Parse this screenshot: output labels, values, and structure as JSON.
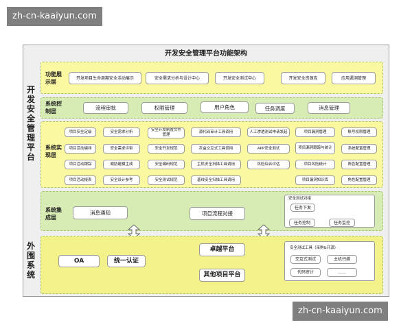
{
  "watermark_top": "zh-cn-kaaiyun.com",
  "watermark_bottom": "zh-cn-kaaiyun.com",
  "diagram_title": "开发安全管理平台功能架构",
  "left_platform_label": "开发安全管理平台",
  "left_external_label": "外围系统",
  "colors": {
    "band_yellow": "#fbf8a2",
    "band_green": "#d6ecb4",
    "band_border": "#a8c26a",
    "outer_bg": "#efefef"
  },
  "layers": {
    "display": {
      "label": "功能展示层",
      "items": [
        "开发项目生命周期安全活动展示",
        "安全需求分析与设计中心",
        "开发安全测试中心",
        "开发安全资源库",
        "应用漏洞管理"
      ]
    },
    "control": {
      "label": "系统控制层",
      "items": [
        "流程审批",
        "权限管理",
        "用户角色",
        "任务调度",
        "消息管理"
      ]
    },
    "implementation": {
      "label": "系统实现层",
      "columns": [
        [
          "项目安全定级",
          "项目活动编排",
          "项目活动跟踪",
          "项目活动报表"
        ],
        [
          "安全需求分析",
          "安全需求评审",
          "威胁建模生成",
          "安全设计参考"
        ],
        [
          "安全开发制度文件管理",
          "安全开发规范",
          "安全编码规范",
          "安全测试规范"
        ],
        [
          "源代码审计工具调用",
          "灰盒交互式工具调用",
          "主机安全扫描工具调用",
          "基线安全扫描工具调用"
        ],
        [
          "人工渗透测试申请发起",
          "APP安全测试",
          "风险综合评估"
        ],
        [
          "项目漏洞管理",
          "项目漏洞跟踪与统计",
          "项目风险统计",
          "项目漏洞知识库"
        ],
        [
          "账号权限管理",
          "系统配置管理",
          "角色配置管理",
          "角色配置管理"
        ]
      ]
    },
    "integration": {
      "label": "系统集成层",
      "left_box": "消息通知",
      "middle_box": "项目流程对接",
      "panel_title": "安全测试对接",
      "panel_items": [
        "任务下发",
        "任务控制",
        "任务监控"
      ]
    },
    "external": {
      "oa": "OA",
      "sso": "统一认证",
      "zhuoyue": "卓越平台",
      "other": "其他项目平台",
      "panel_title": "安全测试工具（采购&开源）",
      "panel_items": [
        "交互式测试",
        "主机扫描",
        "代码审计",
        "……"
      ]
    }
  }
}
